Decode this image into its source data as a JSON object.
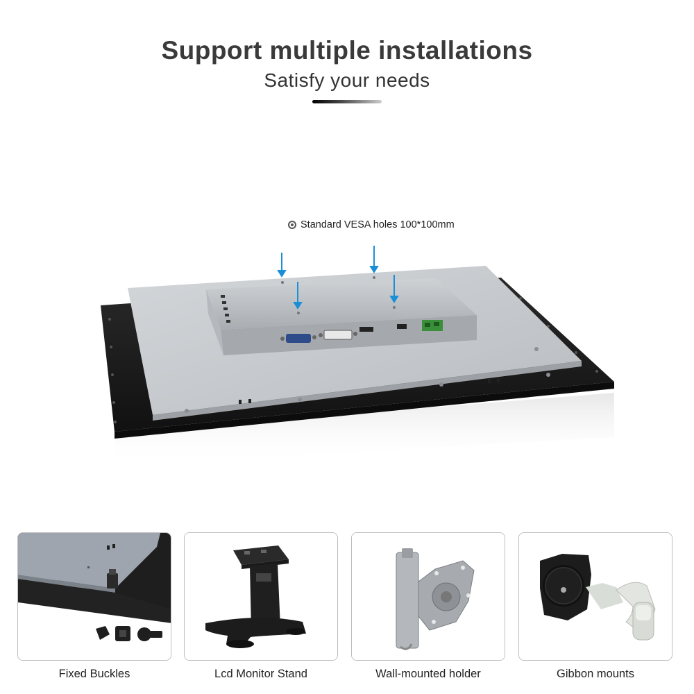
{
  "header": {
    "title": "Support multiple installations",
    "subtitle": "Satisfy your needs"
  },
  "vesa": {
    "label": "Standard VESA holes 100*100mm"
  },
  "installations": [
    {
      "caption": "Fixed Buckles"
    },
    {
      "caption": "Lcd Monitor Stand"
    },
    {
      "caption": "Wall-mounted holder"
    },
    {
      "caption": "Gibbon mounts"
    }
  ],
  "colors": {
    "arrow": "#1a8fd8",
    "panel": "#c4c8cc",
    "bezel": "#1c1c1c"
  }
}
